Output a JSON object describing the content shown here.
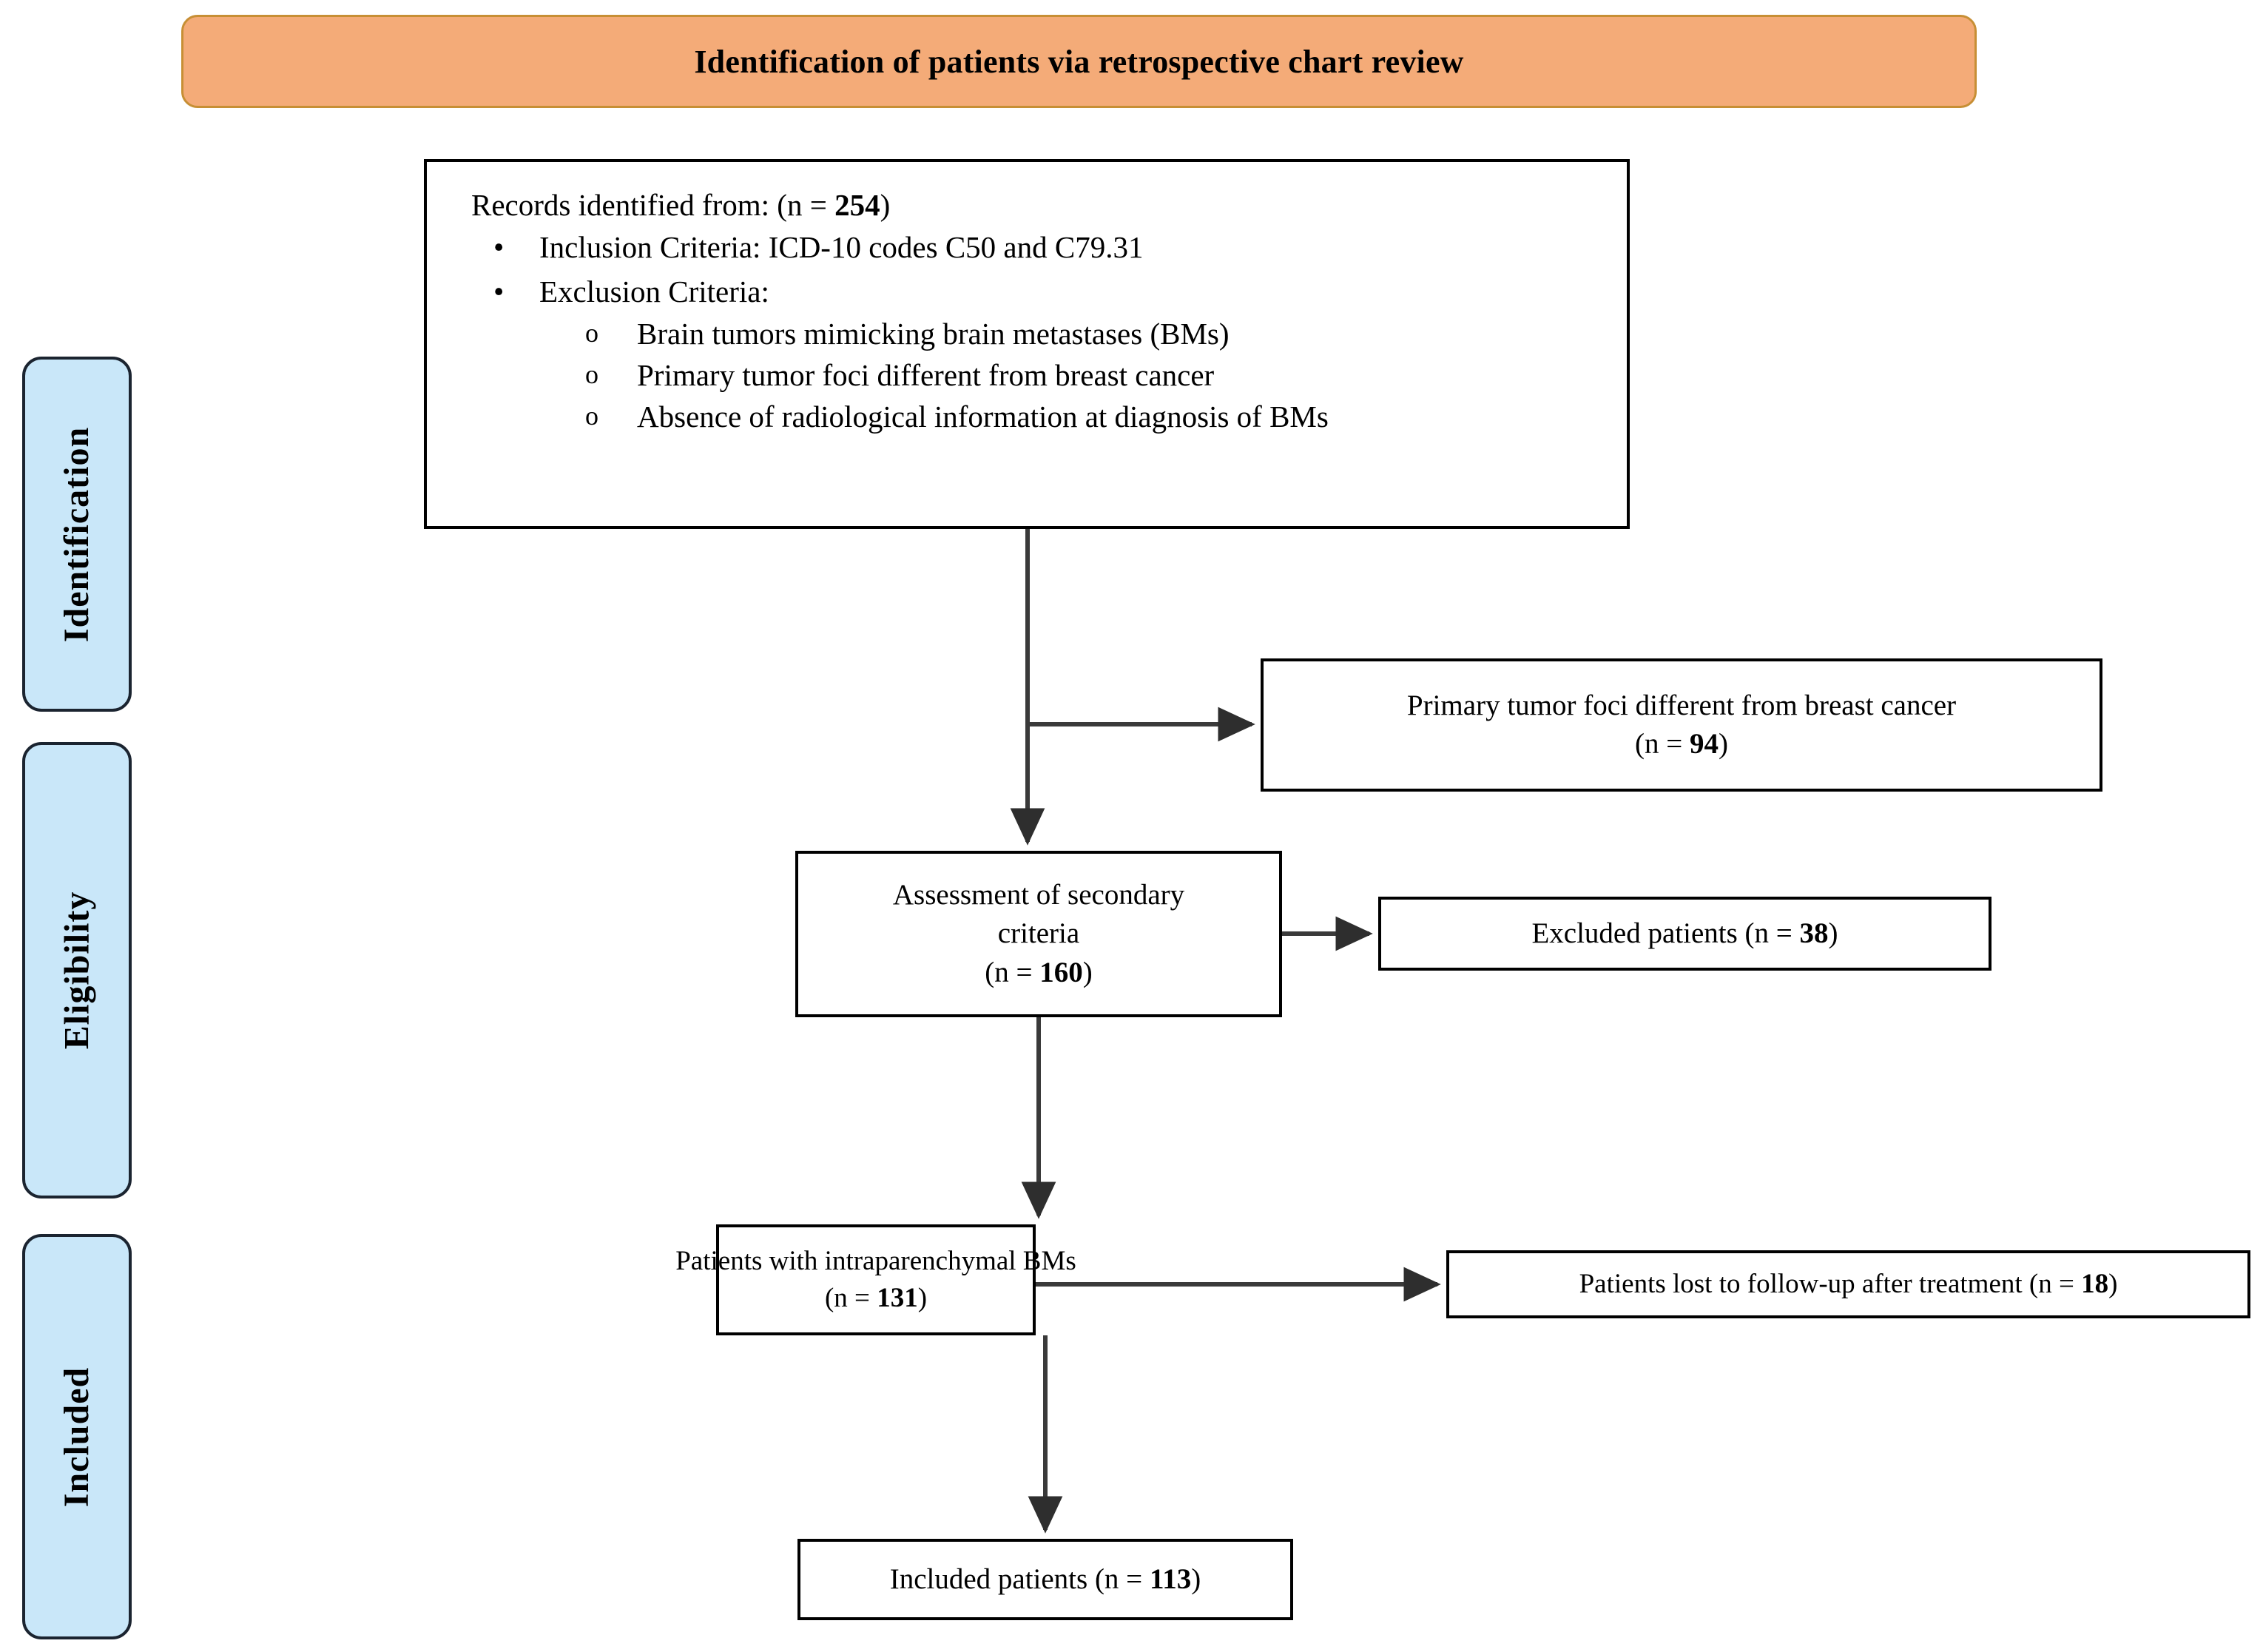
{
  "header": {
    "title": "Identification of patients via retrospective chart review"
  },
  "stages": [
    {
      "label": "Identification"
    },
    {
      "label": "Eligibility"
    },
    {
      "label": "Included"
    }
  ],
  "records_box": {
    "lead_prefix": "Records identified  from: (n = ",
    "lead_value": "254",
    "lead_suffix": ")",
    "bullets": [
      {
        "marker": "•",
        "text": "Inclusion Criteria: ICD-10 codes C50 and C79.31"
      },
      {
        "marker": "•",
        "text": "Exclusion Criteria:"
      }
    ],
    "subbullets": [
      {
        "marker": "o",
        "text": "Brain tumors mimicking brain metastases (BMs)"
      },
      {
        "marker": "o",
        "text": "Primary tumor foci different from breast cancer"
      },
      {
        "marker": "o",
        "text": "Absence of radiological information at diagnosis of BMs"
      }
    ]
  },
  "boxes": {
    "primary_tumor": {
      "line1": "Primary tumor foci different from breast cancer",
      "line2_prefix": "(n = ",
      "line2_value": "94",
      "line2_suffix": ")"
    },
    "assessment": {
      "line1": "Assessment of secondary",
      "line2": "criteria",
      "line3_prefix": "(n = ",
      "line3_value": "160",
      "line3_suffix": ")"
    },
    "excluded": {
      "prefix": "Excluded patients  (n = ",
      "value": "38",
      "suffix": ")"
    },
    "intraparenchymal": {
      "line1": "Patients with intraparenchymal BMs",
      "line2_prefix": "(n = ",
      "line2_value": "131",
      "line2_suffix": ")"
    },
    "lost_followup": {
      "prefix": "Patients lost to follow-up after treatment (n = ",
      "value": "18",
      "suffix": ")"
    },
    "included_patients": {
      "prefix": "Included patients  (n = ",
      "value": "113",
      "suffix": ")"
    }
  },
  "colors": {
    "header_fill": "#F4AB78",
    "header_border": "#C78F35",
    "stage_fill": "#C9E7F9",
    "stage_border": "#1b2430",
    "box_border": "#000000",
    "connector": "#3a3a3a"
  },
  "chart_data": {
    "type": "diagram",
    "title": "Identification of patients via retrospective chart review",
    "flow": [
      {
        "stage": "Identification",
        "node": "Records identified from",
        "n": 254
      },
      {
        "stage": "Eligibility",
        "node": "Primary tumor foci different from breast cancer (excluded)",
        "n": 94
      },
      {
        "stage": "Eligibility",
        "node": "Assessment of secondary criteria",
        "n": 160
      },
      {
        "stage": "Eligibility",
        "node": "Excluded patients",
        "n": 38
      },
      {
        "stage": "Included",
        "node": "Patients with intraparenchymal BMs",
        "n": 131
      },
      {
        "stage": "Included",
        "node": "Patients lost to follow-up after treatment",
        "n": 18
      },
      {
        "stage": "Included",
        "node": "Included patients",
        "n": 113
      }
    ]
  }
}
